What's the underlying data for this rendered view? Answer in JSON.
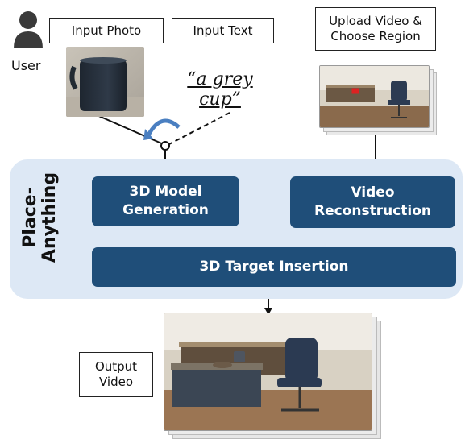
{
  "user": {
    "label": "User"
  },
  "inputs": {
    "photo_label": "Input Photo",
    "text_label": "Input Text",
    "text_prompt": "“a grey\ncup”",
    "video_label": "Upload Video &\nChoose Region"
  },
  "system": {
    "title": "Place-\nAnything",
    "model_generation": "3D Model\nGeneration",
    "video_reconstruction": "Video\nReconstruction",
    "target_insertion": "3D Target Insertion"
  },
  "output": {
    "label": "Output\nVideo"
  },
  "colors": {
    "module_fill": "#1f4e79",
    "panel_fill": "#dde8f5",
    "switch_arrow": "#4a7fc1"
  },
  "icons": [
    "user-icon",
    "mug-photo",
    "office-video-frames",
    "switch-arrow-icon"
  ]
}
